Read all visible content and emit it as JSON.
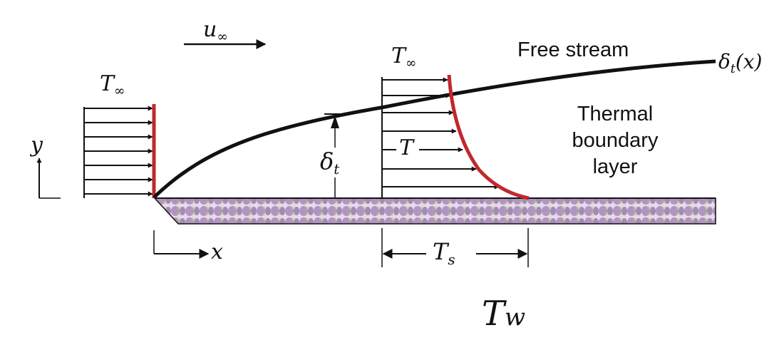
{
  "labels": {
    "u_free": {
      "sym": "u",
      "sub": "∞"
    },
    "t_free_left": {
      "sym": "T",
      "sub": "∞"
    },
    "t_free_mid": {
      "sym": "T",
      "sub": "∞"
    },
    "free_stream": "Free stream",
    "delta_x": {
      "sym": "δ",
      "sub": "t",
      "arg": "(x)"
    },
    "thermal_layer": [
      "Thermal",
      "boundary",
      "layer"
    ],
    "delta_t": {
      "sym": "δ",
      "sub": "t"
    },
    "t_local": "T",
    "y_axis": "y",
    "x_axis": "x",
    "t_surface": {
      "sym": "T",
      "sub": "s"
    },
    "t_wall": {
      "sym": "T",
      "sub": "w"
    }
  },
  "colors": {
    "ink": "#111111",
    "edge_profile": "#c0282d",
    "plate_light": "#e7d9ee",
    "plate_mid": "#9f7fb0",
    "plate_dark": "#6a4d80",
    "plate_tint": "#b7c96a"
  }
}
